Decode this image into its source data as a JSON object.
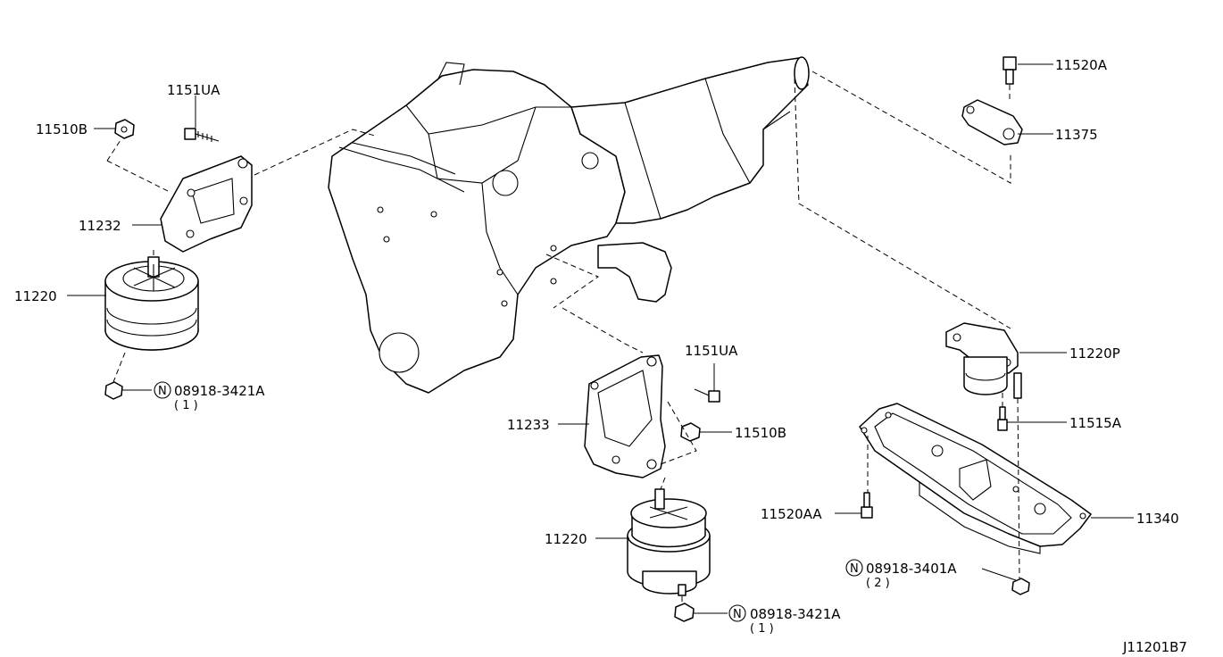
{
  "diagram_code": "J11201B7",
  "callouts": {
    "bolt_11151ua_left": "1151UA",
    "nut_11510b_left": "11510B",
    "bracket_11232": "11232",
    "insulator_11220_left": "11220",
    "nut_08918_3421a_left": "08918-3421A",
    "qty_left_nut": "( 1 )",
    "bolt_11520a": "11520A",
    "stopper_11375": "11375",
    "insulator_11220p": "11220P",
    "bolt_11515a": "11515A",
    "crossmember_11340": "11340",
    "bolt_11520aa": "11520AA",
    "nut_08918_3401a": "08918-3401A",
    "qty_rear_nut": "( 2 )",
    "bolt_11151ua_center": "1151UA",
    "bracket_11233": "11233",
    "nut_11510b_center": "11510B",
    "insulator_11220_center": "11220",
    "nut_08918_3421a_center": "08918-3421A",
    "qty_center_nut": "( 1 )"
  },
  "nut_symbol": "N",
  "icons": {
    "engine": "engine-transmission-assembly",
    "insulator": "engine-mount-insulator",
    "bracket": "engine-mount-bracket",
    "bolt": "bolt-icon",
    "nut": "nut-icon",
    "crossmember": "rear-crossmember"
  }
}
